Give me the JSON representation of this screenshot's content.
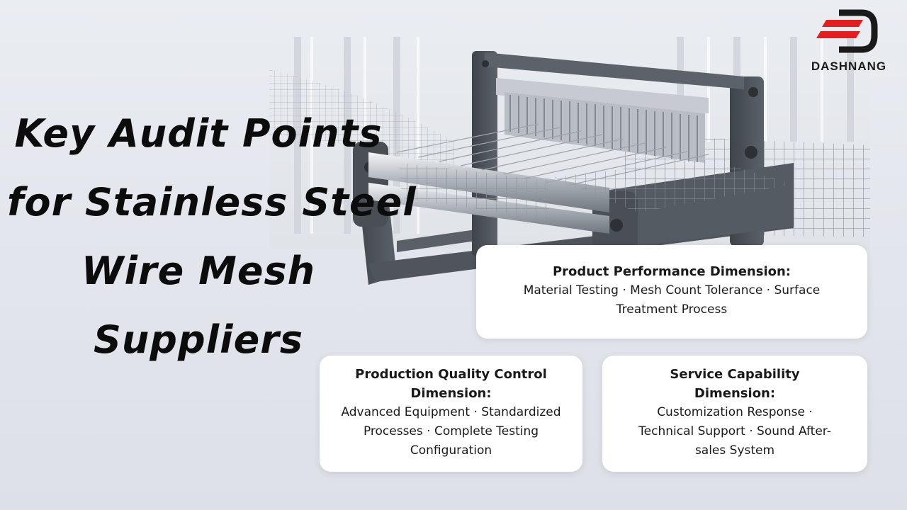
{
  "title": {
    "lines": [
      "Key Audit Points",
      "for Stainless Steel",
      "Wire Mesh",
      "Suppliers"
    ]
  },
  "logo": {
    "text": "DASHNANG",
    "icon": "dashnang-logo-icon",
    "accent": "#e02020",
    "dark": "#1a1a1a"
  },
  "cards": {
    "performance": {
      "title": "Product Performance Dimension:",
      "body": "Material Testing · Mesh Count Tolerance · Surface Treatment Process"
    },
    "quality": {
      "title": "Production Quality Control Dimension:",
      "body": "Advanced Equipment · Standardized Processes · Complete Testing Configuration"
    },
    "service": {
      "title": "Service Capability Dimension:",
      "body": "Customization Response · Technical Support · Sound After-sales System"
    }
  },
  "colors": {
    "background": "#e5e8ed",
    "machine_frame": "#4a4f56",
    "mesh": "#9aa0a8"
  }
}
